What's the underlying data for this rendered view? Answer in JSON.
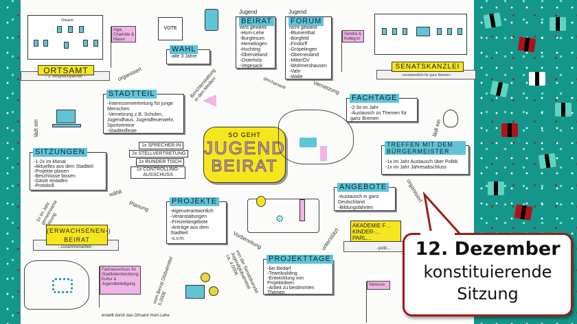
{
  "ortsamt": {
    "title": "ORTSAMT",
    "subtitle": "- 1. Ansprechpartner -",
    "flag": "Inga, Charlotte & Maren",
    "building_sign": "Ortsamt"
  },
  "vote": {
    "label": "VOTE"
  },
  "wahl": {
    "title": "WAHL",
    "items": [
      "alle 3 Jahre"
    ]
  },
  "arrows": {
    "organisiert_left": "organisiert",
    "laedt_ein_left": "lädt ein",
    "berichterstattung": "Berichterstattung in den Medien",
    "gleichgestellt": "gleichgestellt",
    "vernetzung": "Vernetzung",
    "laedt_ein_right": "lädt ein",
    "waehlt": "wählt",
    "planung": "Planung",
    "gemeinsame_sitzung": "1x im Jahr gemeinsame Sitzung",
    "organisiert_right": "organisiert",
    "unterstuetzt": "unterstützt",
    "vorbereitung": "Vorbereitung",
    "globalmittel": "vom Beirat Globalmittel",
    "globalmittel_amount": "5.000€",
    "jugendglobalmittel": "von der Senatskanzlei Jugendglobalmittel",
    "jugendglobalmittel_amount": "ca. 4.000€"
  },
  "stadtteil": {
    "title": "STADTTEIL",
    "items": [
      "Interessenvertretung für junge Menschen",
      "Vernetzung z.B. Schulen, Jugendhaus, Jugendfeuerwehr, Sportvereine",
      "Stadtteilfeste"
    ]
  },
  "sitzungen": {
    "title": "SITZUNGEN",
    "items": [
      "1-2x im Monat",
      "Aktuelles aus dem Stadtteil",
      "Projekte planen",
      "Beschlüsse fassen",
      "Gäste einladen",
      "Protokoll"
    ]
  },
  "signpost": [
    "1x SPRECHER:IN",
    "2x STELLVERTRETUNG",
    "1x RUNDER TISCH",
    "1x CONTROLLING-AUSSCHUSS"
  ],
  "center": {
    "line1": "SO GEHT",
    "line2": "JUGEND",
    "line3": "BEIRAT"
  },
  "jugendbeirat": {
    "pre": "Jugend",
    "title": "BEIRAT",
    "items": [
      "wird gewählt",
      "Horn-Lehe",
      "Burglesum",
      "Hemelingen",
      "Huchting",
      "Obervieland",
      "Osterholz",
      "Vegesack"
    ]
  },
  "jugendforum": {
    "pre": "Jugend",
    "title": "FORUM",
    "items": [
      "nicht gewählt",
      "Blumenthal",
      "Borgfeld",
      "Findorff",
      "Gröpelingen",
      "Oberneuland",
      "Mitte/ÖV",
      "Woltmershausen",
      "Vahr",
      "Walle"
    ]
  },
  "senatskanzlei": {
    "title": "SENATSKANZLEI",
    "subtitle": "- verantwortlich für ganz Bremen -",
    "flag": "Sandra & Kolleg:in"
  },
  "fachtage": {
    "title": "FACHTAGE",
    "items": [
      "2-3x im Jahr",
      "Austausch zu Themen für ganz Bremen"
    ]
  },
  "treffen": {
    "title": "TREFFEN MIT DEM BÜRGERMEISTER",
    "items": [
      "1x im Jahr Austausch über Politik",
      "1x im Jahr Jahresabschluss"
    ]
  },
  "angebote": {
    "title": "ANGEBOTE",
    "items": [
      "Austausch in ganz Deutschland",
      "Bildungsfahrten"
    ]
  },
  "projekte": {
    "title": "PROJEKTE",
    "items": [
      "eigenverantwortlich",
      "Veranstaltungen",
      "Freizeitangebote",
      "Anträge aus dem Stadtteil",
      "u.v.m."
    ]
  },
  "erwachsenenbeirat": {
    "title": "(ERWACHSENEN-) BEIRAT",
    "subtitle": "- Zusammenarbeit -"
  },
  "fachausschuss": {
    "flag": "Fachausschuss für Stadtteilentwicklung, Kultur & Jugendbeteiligung"
  },
  "projekttage": {
    "title": "PROJEKTTAGE",
    "items": [
      "bei Bedarf",
      "Teambuilding",
      "Entwicklung von Projektideen",
      "Arbeit zu bestimmten Themen"
    ]
  },
  "akademie": {
    "title": "AKADEMIE FÜR KINDER- UND JUGENDPARLAMENTE",
    "visible_title": "AKADEMIE F… KINDER-… PARL…",
    "subtitle": "- politi…",
    "flag": "Vanessa"
  },
  "credit": "erstellt durch das Ortsamt Horn-Lehe",
  "callout": {
    "line1": "12. Dezember",
    "line2": "konstituierende",
    "line3": "Sitzung",
    "border_color": "#9c1a1a"
  },
  "colors": {
    "background_teal": "#14978a",
    "highlight_yellow": "#f6e61e",
    "highlight_blue": "#5fc4d6",
    "highlight_pink": "#f0b4e6",
    "gift_red": "#b1121a"
  }
}
